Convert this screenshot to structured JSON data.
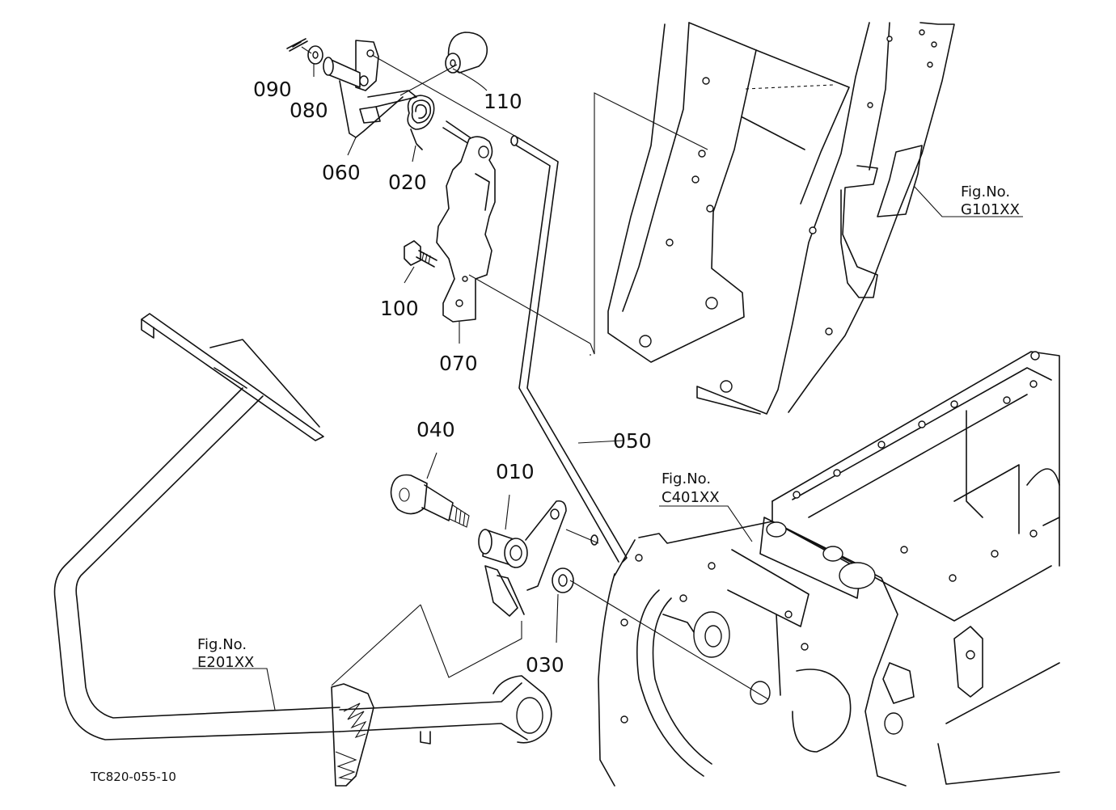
{
  "callouts": {
    "p010": "010",
    "p020": "020",
    "p030": "030",
    "p040": "040",
    "p050": "050",
    "p060": "060",
    "p070": "070",
    "p080": "080",
    "p090": "090",
    "p100": "100",
    "p110": "110"
  },
  "figure_refs": {
    "g101": {
      "label": "Fig.No.",
      "code": "G101XX"
    },
    "c401": {
      "label": "Fig.No.",
      "code": "C401XX"
    },
    "e201": {
      "label": "Fig.No.",
      "code": "E201XX"
    }
  },
  "drawing_code": "TC820-055-10"
}
